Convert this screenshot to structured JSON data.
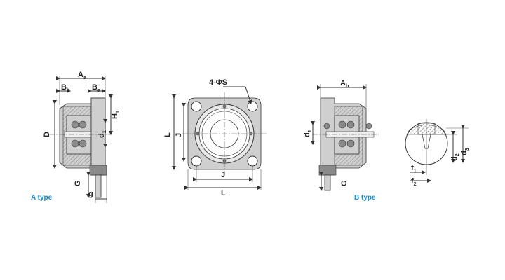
{
  "captions": {
    "a_type": "A type",
    "b_type": "B type"
  },
  "labels": {
    "Aa": "A",
    "Aa_sub": "a",
    "Ab": "A",
    "Ab_sub": "b",
    "Bb": "B",
    "Bb_sub": "b",
    "Ba": "B",
    "Ba_sub": "a",
    "H1": "H",
    "H1_sub": "1",
    "D": "D",
    "d1_a": "d",
    "d1_a_sub": "1",
    "d1_b": "d",
    "d1_b_sub": "1",
    "G_a": "G",
    "G_b": "G",
    "g": "g",
    "holes": "4-ΦS",
    "L_v": "L",
    "L_h": "L",
    "J_v": "J",
    "J_h": "J",
    "d2": "d",
    "d2_sub": "2",
    "d3": "d",
    "d3_sub": "3",
    "f1": "f",
    "f1_sub": "1",
    "f2": "f",
    "f2_sub": "2"
  },
  "colors": {
    "caption": "#1a8fd6",
    "line": "#333333",
    "fill": "#cfcfcf"
  }
}
